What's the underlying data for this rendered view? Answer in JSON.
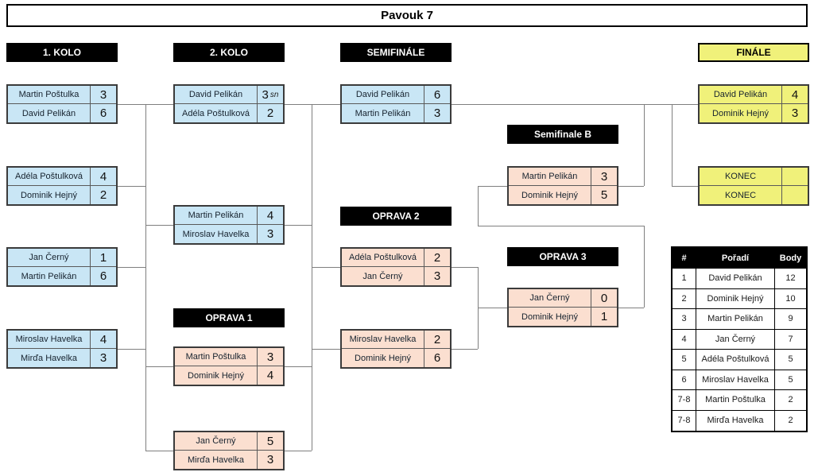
{
  "title": "Pavouk 7",
  "colors": {
    "bracket_blue": "#C9E6F5",
    "repechage_pink": "#FBDFD0",
    "finale_yellow": "#F0F17A",
    "header_black": "#000000",
    "connector_gray": "#7f7f7f"
  },
  "headers": {
    "kolo1": "1. KOLO",
    "kolo2": "2. KOLO",
    "semifinale": "SEMIFINÁLE",
    "finale": "FINÁLE",
    "oprava1": "OPRAVA 1",
    "oprava2": "OPRAVA 2",
    "oprava3": "OPRAVA 3",
    "semifinaleB": "Semifinale B"
  },
  "matches": {
    "k1m1": {
      "p1": {
        "name": "Martin Poštulka",
        "score": "3"
      },
      "p2": {
        "name": "David Pelikán",
        "score": "6"
      }
    },
    "k1m2": {
      "p1": {
        "name": "Adéla Poštulková",
        "score": "4"
      },
      "p2": {
        "name": "Dominik Hejný",
        "score": "2"
      }
    },
    "k1m3": {
      "p1": {
        "name": "Jan Černý",
        "score": "1"
      },
      "p2": {
        "name": "Martin Pelikán",
        "score": "6"
      }
    },
    "k1m4": {
      "p1": {
        "name": "Miroslav Havelka",
        "score": "4"
      },
      "p2": {
        "name": "Mirďa Havelka",
        "score": "3"
      }
    },
    "k2m1": {
      "p1": {
        "name": "David Pelikán",
        "score": "3",
        "note": "sn"
      },
      "p2": {
        "name": "Adéla Poštulková",
        "score": "2"
      }
    },
    "k2m2": {
      "p1": {
        "name": "Martin Pelikán",
        "score": "4"
      },
      "p2": {
        "name": "Miroslav Havelka",
        "score": "3"
      }
    },
    "sf": {
      "p1": {
        "name": "David Pelikán",
        "score": "6"
      },
      "p2": {
        "name": "Martin Pelikán",
        "score": "3"
      }
    },
    "o1m1": {
      "p1": {
        "name": "Martin Poštulka",
        "score": "3"
      },
      "p2": {
        "name": "Dominik Hejný",
        "score": "4"
      }
    },
    "o1m2": {
      "p1": {
        "name": "Jan Černý",
        "score": "5"
      },
      "p2": {
        "name": "Mirďa Havelka",
        "score": "3"
      }
    },
    "o2m1": {
      "p1": {
        "name": "Adéla Poštulková",
        "score": "2"
      },
      "p2": {
        "name": "Jan Černý",
        "score": "3"
      }
    },
    "o2m2": {
      "p1": {
        "name": "Miroslav Havelka",
        "score": "2"
      },
      "p2": {
        "name": "Dominik Hejný",
        "score": "6"
      }
    },
    "sbm": {
      "p1": {
        "name": "Martin Pelikán",
        "score": "3"
      },
      "p2": {
        "name": "Dominik Hejný",
        "score": "5"
      }
    },
    "o3m": {
      "p1": {
        "name": "Jan Černý",
        "score": "0"
      },
      "p2": {
        "name": "Dominik Hejný",
        "score": "1"
      }
    },
    "fin": {
      "p1": {
        "name": "David Pelikán",
        "score": "4"
      },
      "p2": {
        "name": "Dominik Hejný",
        "score": "3"
      }
    },
    "konec": {
      "p1": {
        "name": "KONEC",
        "score": ""
      },
      "p2": {
        "name": "KONEC",
        "score": ""
      }
    }
  },
  "standings": {
    "headers": [
      "#",
      "Pořadí",
      "Body"
    ],
    "rows": [
      [
        "1",
        "David Pelikán",
        "12"
      ],
      [
        "2",
        "Dominik Hejný",
        "10"
      ],
      [
        "3",
        "Martin Pelikán",
        "9"
      ],
      [
        "4",
        "Jan Černý",
        "7"
      ],
      [
        "5",
        "Adéla Poštulková",
        "5"
      ],
      [
        "6",
        "Miroslav Havelka",
        "5"
      ],
      [
        "7-8",
        "Martin Poštulka",
        "2"
      ],
      [
        "7-8",
        "Mirďa Havelka",
        "2"
      ]
    ]
  }
}
